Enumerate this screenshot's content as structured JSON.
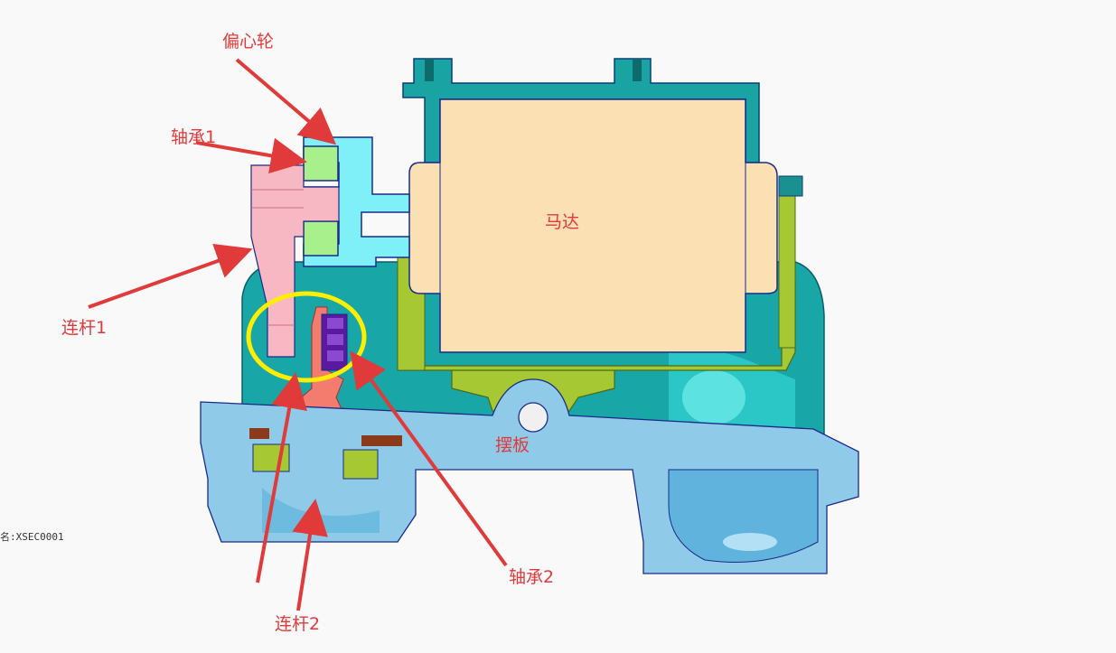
{
  "labels": {
    "eccentric_wheel": "偏心轮",
    "bearing1": "轴承1",
    "link1": "连杆1",
    "motor": "马达",
    "swing_plate": "摆板",
    "bearing2": "轴承2",
    "link2": "连杆2"
  },
  "section_name": "名:XSEC0001",
  "colors": {
    "annotation": "#e03a3a",
    "highlight_ring": "#ffee00",
    "motor": "#fbe0b4",
    "housing": "#18a6a6",
    "eccentric": "#7ff0f8",
    "bearing": "#a8f08c",
    "link1": "#f7b8c3",
    "link2": "#f47c6f",
    "bearing2": "#5a1aa0",
    "swing_plate": "#8fcbe8",
    "bracket": "#a6c833"
  }
}
